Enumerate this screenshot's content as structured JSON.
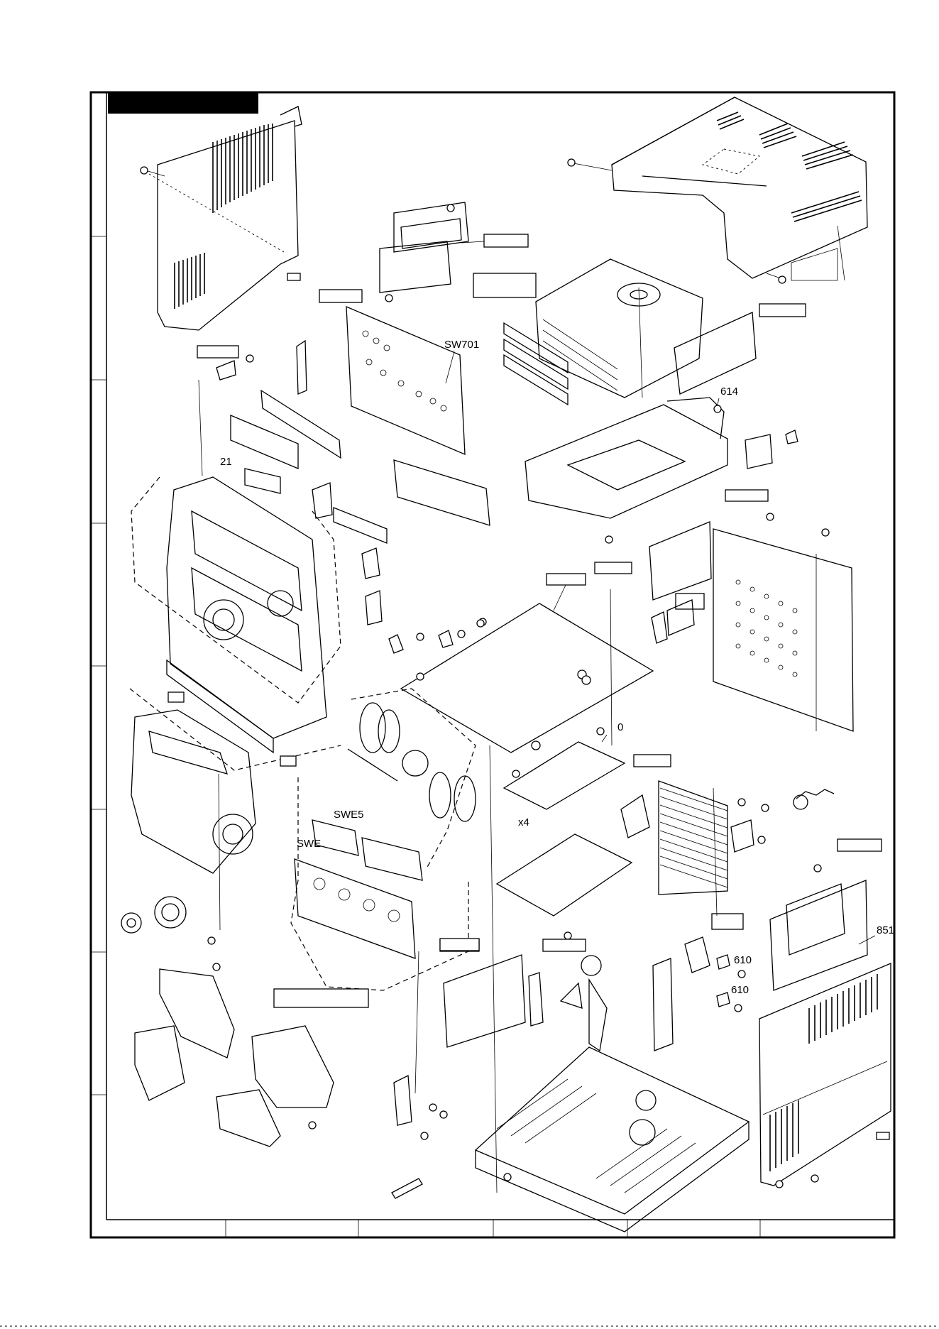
{
  "labels": {
    "sw701": "SW701",
    "l614": "614",
    "l21": "21",
    "l0": "0",
    "x4": "x4",
    "swe5": "SWE5",
    "swe": "SWE",
    "l610a": "610",
    "l610b": "610",
    "l851": "851"
  },
  "colors": {
    "ink": "#000000",
    "paper": "#ffffff"
  }
}
